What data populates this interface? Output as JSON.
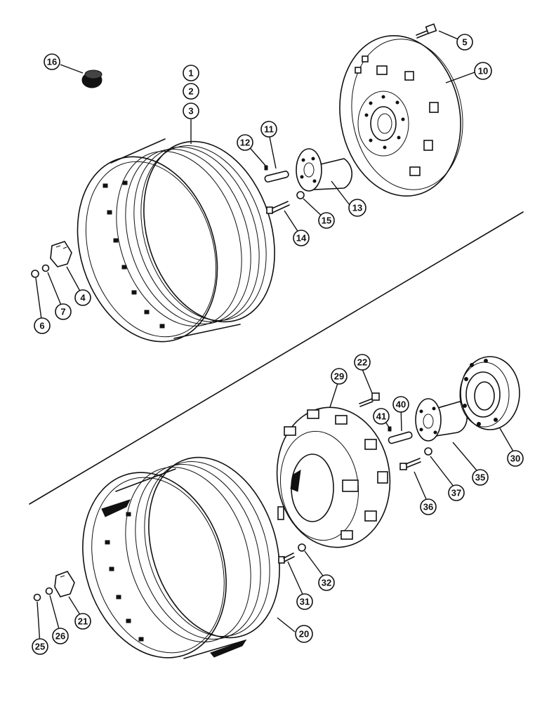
{
  "diagram": {
    "callouts": [
      {
        "label": "16"
      },
      {
        "label": "1"
      },
      {
        "label": "2"
      },
      {
        "label": "3"
      },
      {
        "label": "5"
      },
      {
        "label": "10"
      },
      {
        "label": "11"
      },
      {
        "label": "12"
      },
      {
        "label": "13"
      },
      {
        "label": "14"
      },
      {
        "label": "15"
      },
      {
        "label": "4"
      },
      {
        "label": "7"
      },
      {
        "label": "6"
      },
      {
        "label": "22"
      },
      {
        "label": "29"
      },
      {
        "label": "40"
      },
      {
        "label": "41"
      },
      {
        "label": "30"
      },
      {
        "label": "35"
      },
      {
        "label": "37"
      },
      {
        "label": "36"
      },
      {
        "label": "32"
      },
      {
        "label": "31"
      },
      {
        "label": "21"
      },
      {
        "label": "26"
      },
      {
        "label": "25"
      },
      {
        "label": "20"
      }
    ]
  }
}
